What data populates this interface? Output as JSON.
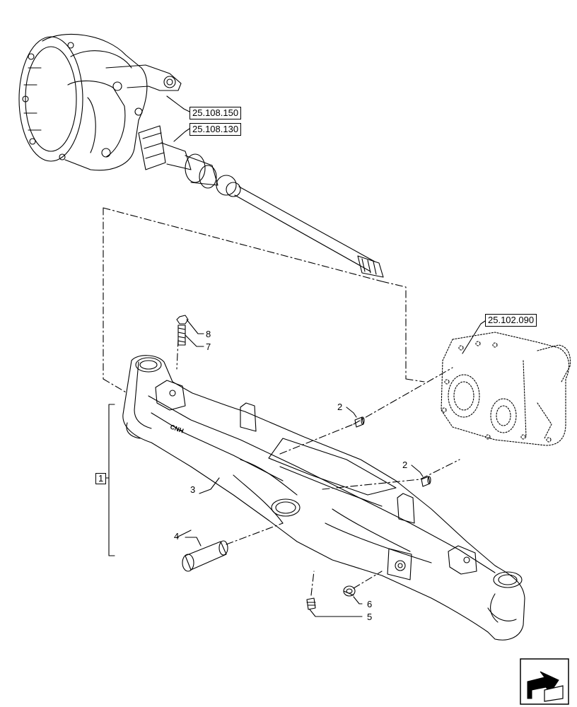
{
  "references": {
    "r1": "25.108.150",
    "r2": "25.108.130",
    "r3": "25.102.090"
  },
  "callouts": {
    "c8": "8",
    "c7": "7",
    "c2a": "2",
    "c2b": "2",
    "c3": "3",
    "c4": "4",
    "c6": "6",
    "c5": "5"
  },
  "group_label": "1",
  "logo_text": "CNH",
  "nav_icon": "next-page-arrow-icon"
}
